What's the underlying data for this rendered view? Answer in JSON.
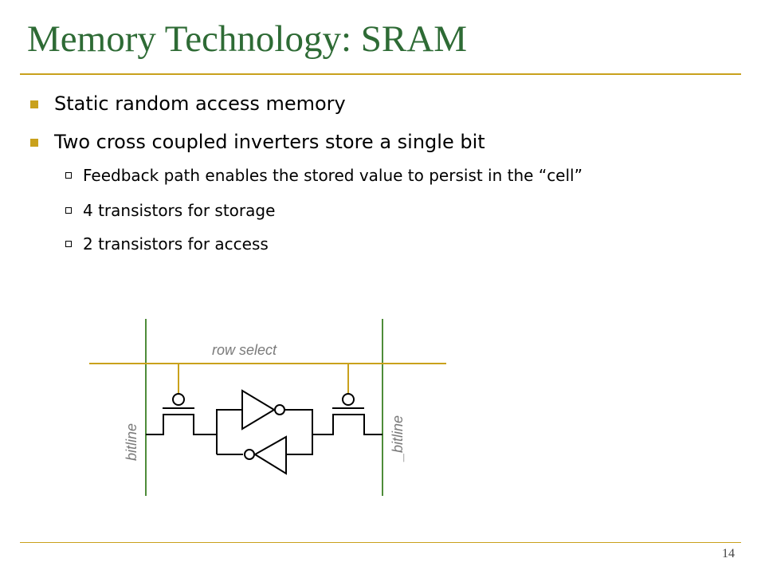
{
  "slide": {
    "title": "Memory Technology: SRAM",
    "page_number": "14"
  },
  "bullets": [
    {
      "text": "Static random access memory"
    },
    {
      "text": "Two cross coupled inverters store a single bit"
    }
  ],
  "sub_bullets": [
    {
      "text": "Feedback path enables the stored value to persist in the “cell”"
    },
    {
      "text": "4 transistors for storage"
    },
    {
      "text": "2 transistors for access"
    }
  ],
  "diagram": {
    "row_select_label": "row select",
    "bitline_label": "bitline",
    "bitline_bar_label": "_bitline",
    "colors": {
      "bitline": "#4E8C3A",
      "row_select": "#C9A11C",
      "circuit": "#000000",
      "labels": "#7a7a7a"
    }
  },
  "colors": {
    "title": "#2E6B35",
    "accent": "#C9A11C"
  }
}
